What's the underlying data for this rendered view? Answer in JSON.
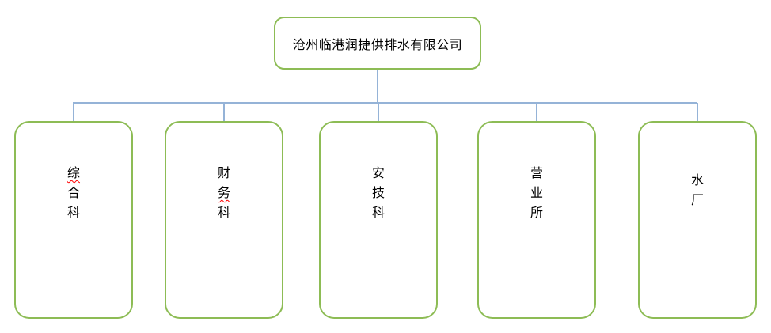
{
  "diagram": {
    "type": "org-chart",
    "root": {
      "label": "沧州临港润捷供排水有限公司"
    },
    "departments": [
      {
        "label": "综合科",
        "chars": [
          "综",
          "合",
          "科"
        ],
        "misspelled_char_index": 0
      },
      {
        "label": "财务科",
        "chars": [
          "财",
          "务",
          "科"
        ],
        "misspelled_char_index": 1
      },
      {
        "label": "安技科",
        "chars": [
          "安",
          "技",
          "科"
        ],
        "misspelled_char_index": null
      },
      {
        "label": "营业所",
        "chars": [
          "营",
          "业",
          "所"
        ],
        "misspelled_char_index": null
      },
      {
        "label": "水厂",
        "chars": [
          "水",
          "厂"
        ],
        "misspelled_char_index": null
      }
    ],
    "colors": {
      "node_border": "#8dbc55",
      "connector": "#95b3d7",
      "text": "#000000",
      "spellcheck_underline": "#ff0000",
      "background": "#ffffff"
    }
  }
}
